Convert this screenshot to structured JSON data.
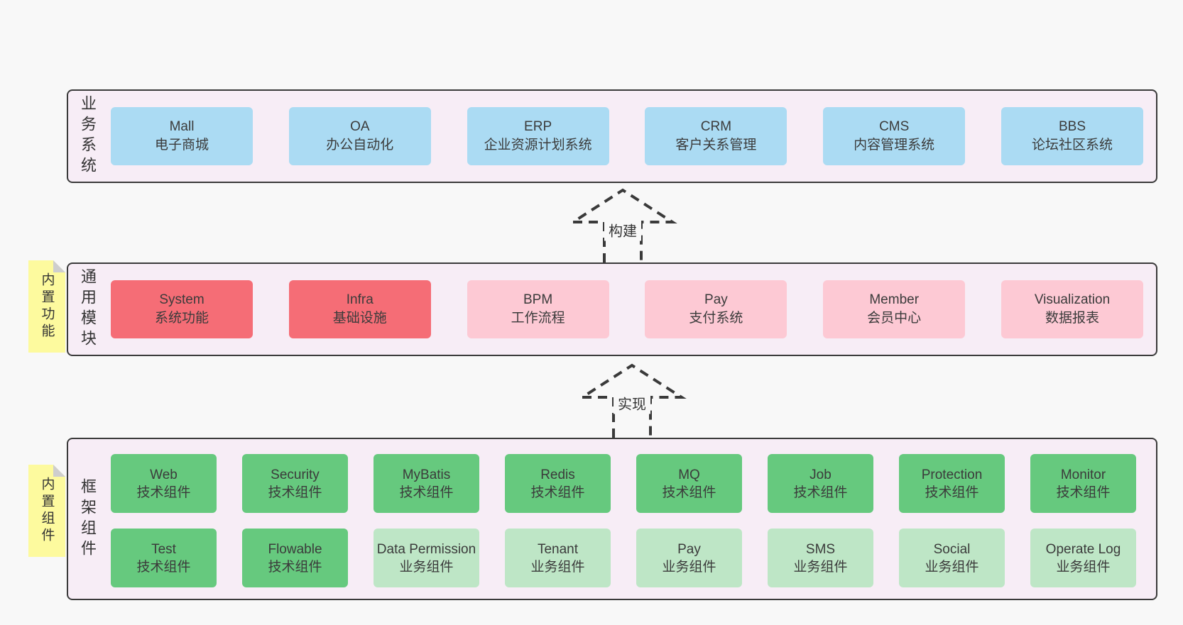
{
  "colors": {
    "page-bg": "#f8f8f8",
    "panel-bg": "#f7edf6",
    "panel-border": "#3a3a3a",
    "box-blue": "#abdbf3",
    "box-red": "#f56d76",
    "box-pink": "#fdc9d4",
    "box-green": "#66c97e",
    "box-green-light": "#bee6c6",
    "sticky-bg": "#fdfa9e",
    "fold": "#cecece",
    "text": "#3b3b3b"
  },
  "arrows": [
    {
      "label": "构建"
    },
    {
      "label": "实现"
    }
  ],
  "layers": [
    {
      "label": "业务系统",
      "boxes": [
        {
          "name": "Mall",
          "subtitle": "电子商城",
          "variant": "blue"
        },
        {
          "name": "OA",
          "subtitle": "办公自动化",
          "variant": "blue"
        },
        {
          "name": "ERP",
          "subtitle": "企业资源计划系统",
          "variant": "blue"
        },
        {
          "name": "CRM",
          "subtitle": "客户关系管理",
          "variant": "blue"
        },
        {
          "name": "CMS",
          "subtitle": "内容管理系统",
          "variant": "blue"
        },
        {
          "name": "BBS",
          "subtitle": "论坛社区系统",
          "variant": "blue"
        }
      ]
    },
    {
      "label": "通用模块",
      "sticky": "内置功能",
      "boxes": [
        {
          "name": "System",
          "subtitle": "系统功能",
          "variant": "red"
        },
        {
          "name": "Infra",
          "subtitle": "基础设施",
          "variant": "red"
        },
        {
          "name": "BPM",
          "subtitle": "工作流程",
          "variant": "pink"
        },
        {
          "name": "Pay",
          "subtitle": "支付系统",
          "variant": "pink"
        },
        {
          "name": "Member",
          "subtitle": "会员中心",
          "variant": "pink"
        },
        {
          "name": "Visualization",
          "subtitle": "数据报表",
          "variant": "pink"
        }
      ]
    },
    {
      "label": "框架组件",
      "sticky": "内置组件",
      "rows": [
        [
          {
            "name": "Web",
            "subtitle": "技术组件",
            "variant": "green"
          },
          {
            "name": "Security",
            "subtitle": "技术组件",
            "variant": "green"
          },
          {
            "name": "MyBatis",
            "subtitle": "技术组件",
            "variant": "green"
          },
          {
            "name": "Redis",
            "subtitle": "技术组件",
            "variant": "green"
          },
          {
            "name": "MQ",
            "subtitle": "技术组件",
            "variant": "green"
          },
          {
            "name": "Job",
            "subtitle": "技术组件",
            "variant": "green"
          },
          {
            "name": "Protection",
            "subtitle": "技术组件",
            "variant": "green"
          },
          {
            "name": "Monitor",
            "subtitle": "技术组件",
            "variant": "green"
          }
        ],
        [
          {
            "name": "Test",
            "subtitle": "技术组件",
            "variant": "green"
          },
          {
            "name": "Flowable",
            "subtitle": "技术组件",
            "variant": "green"
          },
          {
            "name": "Data Permission",
            "subtitle": "业务组件",
            "variant": "green-light"
          },
          {
            "name": "Tenant",
            "subtitle": "业务组件",
            "variant": "green-light"
          },
          {
            "name": "Pay",
            "subtitle": "业务组件",
            "variant": "green-light"
          },
          {
            "name": "SMS",
            "subtitle": "业务组件",
            "variant": "green-light"
          },
          {
            "name": "Social",
            "subtitle": "业务组件",
            "variant": "green-light"
          },
          {
            "name": "Operate Log",
            "subtitle": "业务组件",
            "variant": "green-light"
          }
        ]
      ]
    }
  ]
}
